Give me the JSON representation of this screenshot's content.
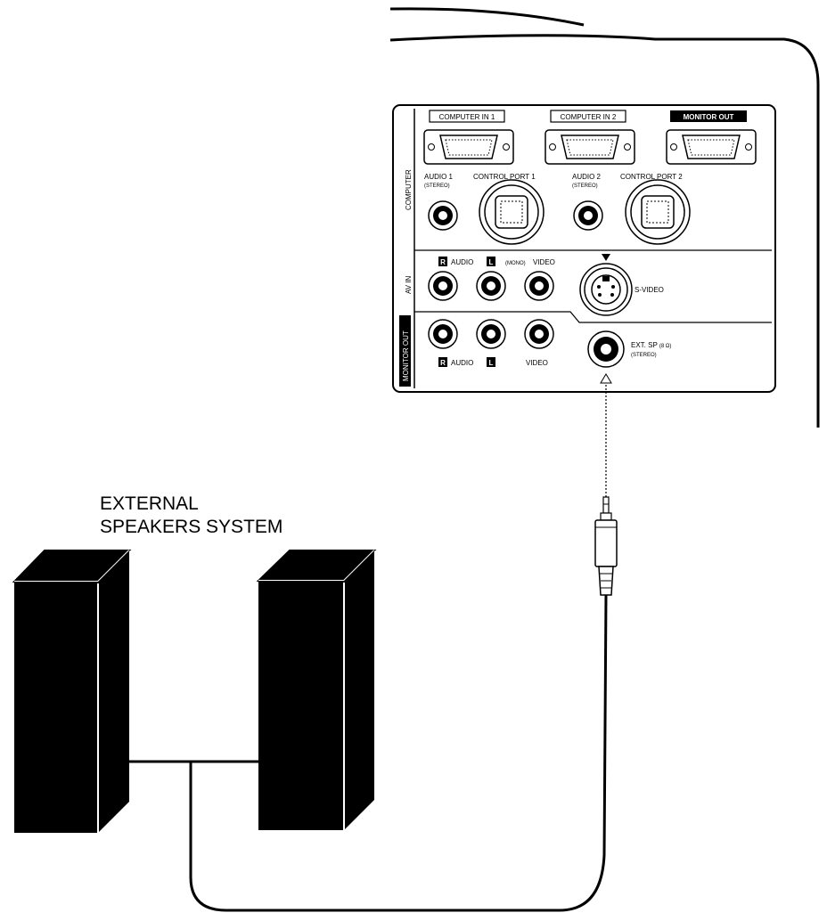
{
  "speaker_caption": {
    "line1": "EXTERNAL",
    "line2": "SPEAKERS SYSTEM"
  },
  "panel": {
    "section_computer": "COMPUTER",
    "section_av_in": "AV IN",
    "section_monitor_out": "MONITOR OUT",
    "computer_in_1": "COMPUTER IN 1",
    "computer_in_2": "COMPUTER IN 2",
    "monitor_out": "MONITOR OUT",
    "audio_1": "AUDIO 1",
    "audio_2": "AUDIO 2",
    "stereo": "(STEREO)",
    "control_port_1": "CONTROL PORT 1",
    "control_port_2": "CONTROL PORT 2",
    "r_badge": "R",
    "l_badge": "L",
    "audio": "AUDIO",
    "mono": "(MONO)",
    "video": "VIDEO",
    "s_video": "S-VIDEO",
    "ext_sp": "EXT. SP",
    "ext_sp_sub": "(8 Ω)"
  }
}
